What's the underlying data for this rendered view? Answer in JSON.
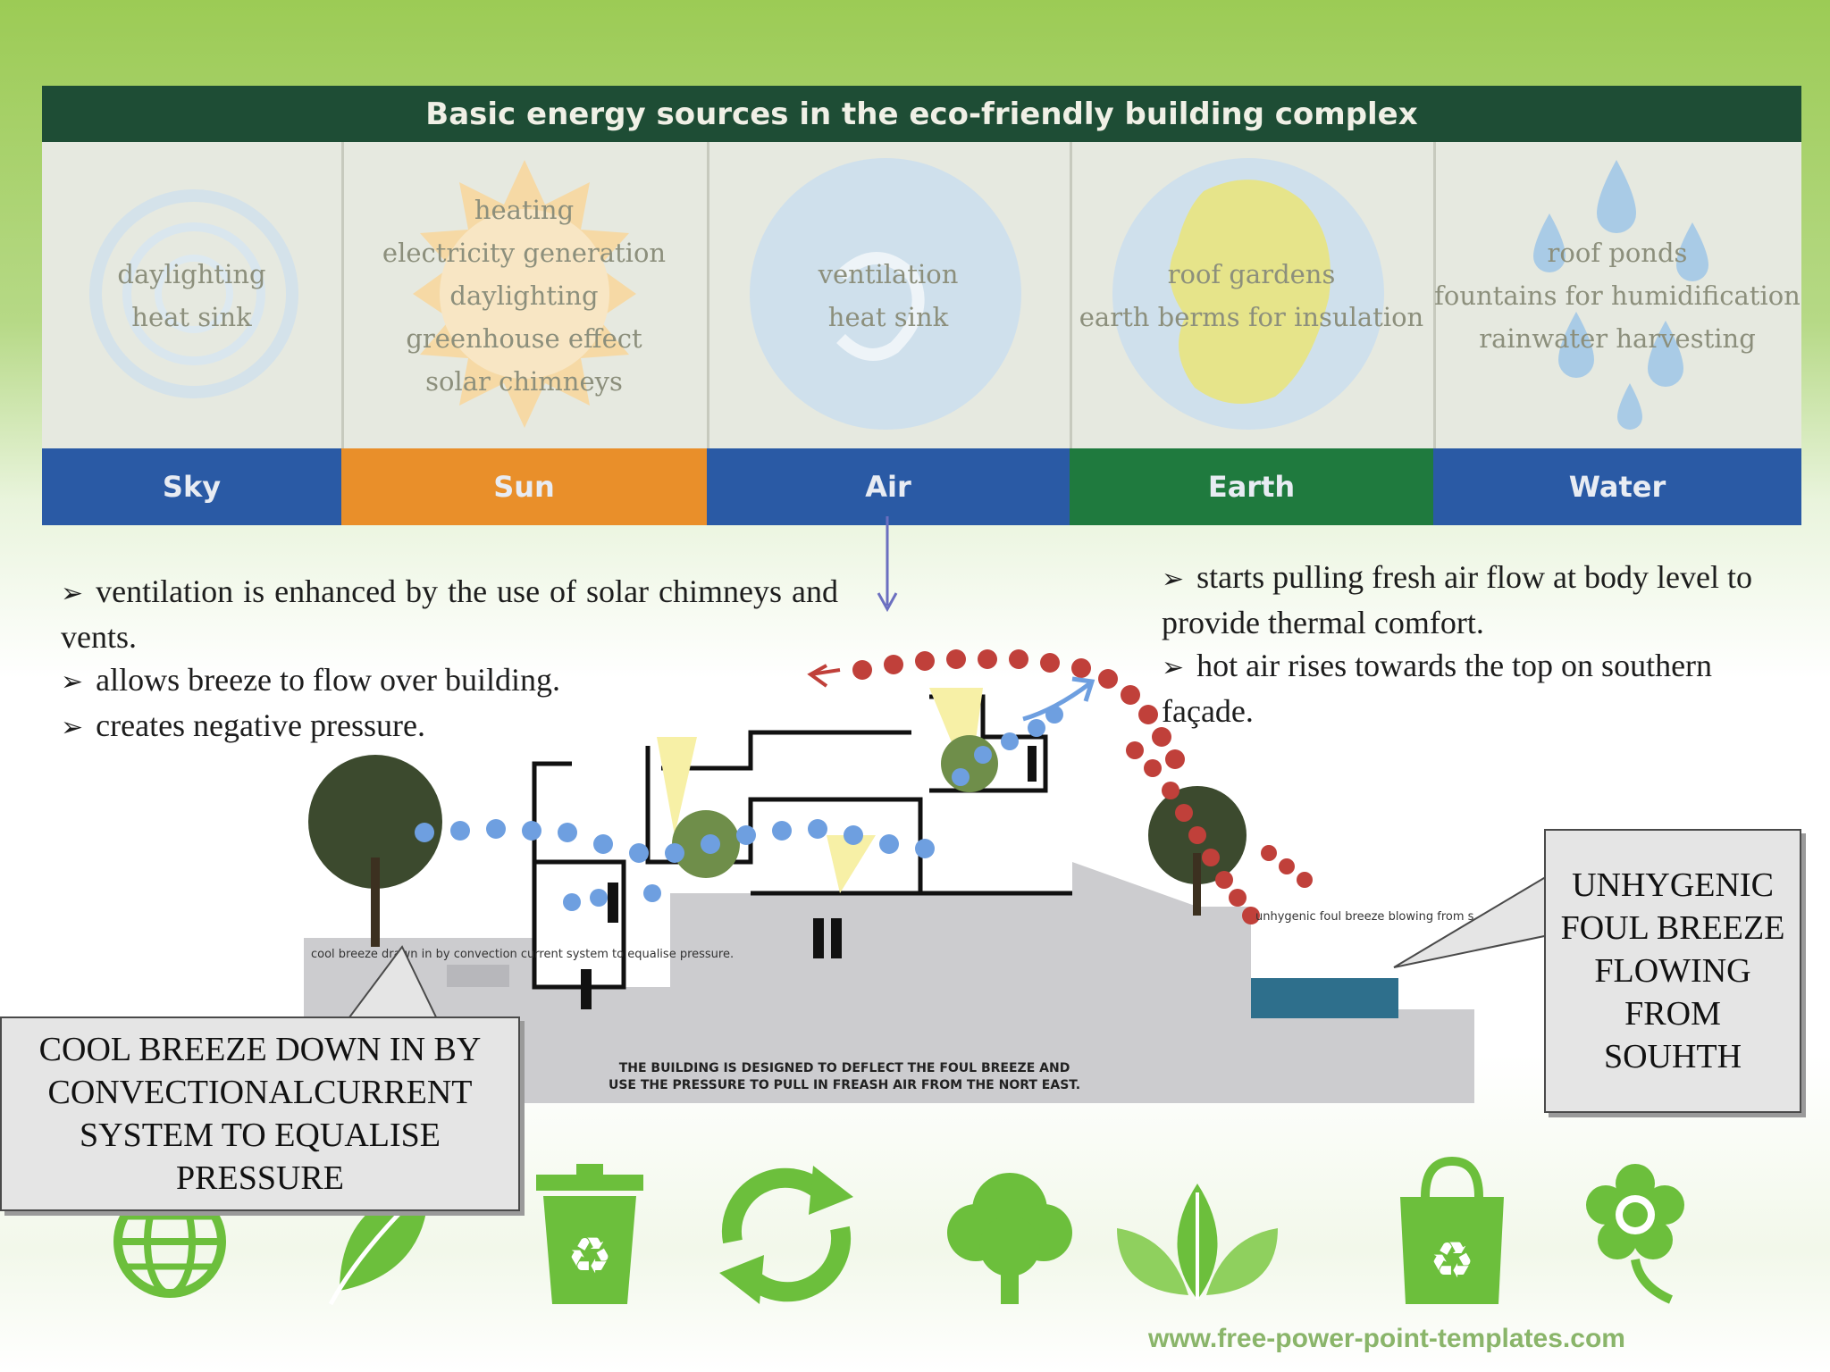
{
  "energy_table": {
    "title": "Basic energy sources in the eco-friendly building complex",
    "panels": [
      {
        "label": "Sky",
        "lines": [
          "daylighting",
          "heat sink"
        ],
        "footer_color": "#2a5aa5"
      },
      {
        "label": "Sun",
        "lines": [
          "heating",
          "electricity generation",
          "daylighting",
          "greenhouse effect",
          "solar chimneys"
        ],
        "footer_color": "#e98f2a"
      },
      {
        "label": "Air",
        "lines": [
          "ventilation",
          "heat sink"
        ],
        "footer_color": "#2a5aa5"
      },
      {
        "label": "Earth",
        "lines": [
          "roof gardens",
          "earth berms for insulation"
        ],
        "footer_color": "#1f7a3e"
      },
      {
        "label": "Water",
        "lines": [
          "roof ponds",
          "fountains for humidification",
          "rainwater harvesting"
        ],
        "footer_color": "#2a5aa5"
      }
    ]
  },
  "left_bullets": [
    "ventilation is enhanced by the use of solar chimneys and vents.",
    "allows breeze to flow over building.",
    "creates negative pressure."
  ],
  "right_bullets": [
    "starts pulling fresh air flow at body level to provide thermal comfort.",
    "hot air rises towards the top on southern façade."
  ],
  "diagram": {
    "label_cool": "cool breeze drawn in by convection current system to equalise pressure.",
    "label_foul": "unhygenic foul breeze blowing from south (high pressure zone)",
    "caption_line1": "THE BUILDING IS DESIGNED TO DEFLECT THE FOUL BREEZE AND",
    "caption_line2": "USE THE PRESSURE TO PULL IN FREASH AIR FROM THE NORT EAST."
  },
  "callout_left": "COOL BREEZE DOWN IN BY CONVECTIONALCURRENT SYSTEM TO EQUALISE PRESSURE",
  "callout_right": "UNHYGENIC FOUL BREEZE FLOWING FROM SOUHTH",
  "eco_icons": [
    "globe-icon",
    "leaf-icon",
    "recycle-bin-icon",
    "recycle-arrows-icon",
    "tree-icon",
    "leaves-icon",
    "recycle-bag-icon",
    "flower-icon"
  ],
  "footer": {
    "website": "www.free-power-point-templates.com"
  },
  "colors": {
    "eco_green": "#6cbf3c",
    "banner_dark": "#1e4d35",
    "breeze_blue": "#6e9fe0",
    "breeze_red": "#c0403a"
  }
}
